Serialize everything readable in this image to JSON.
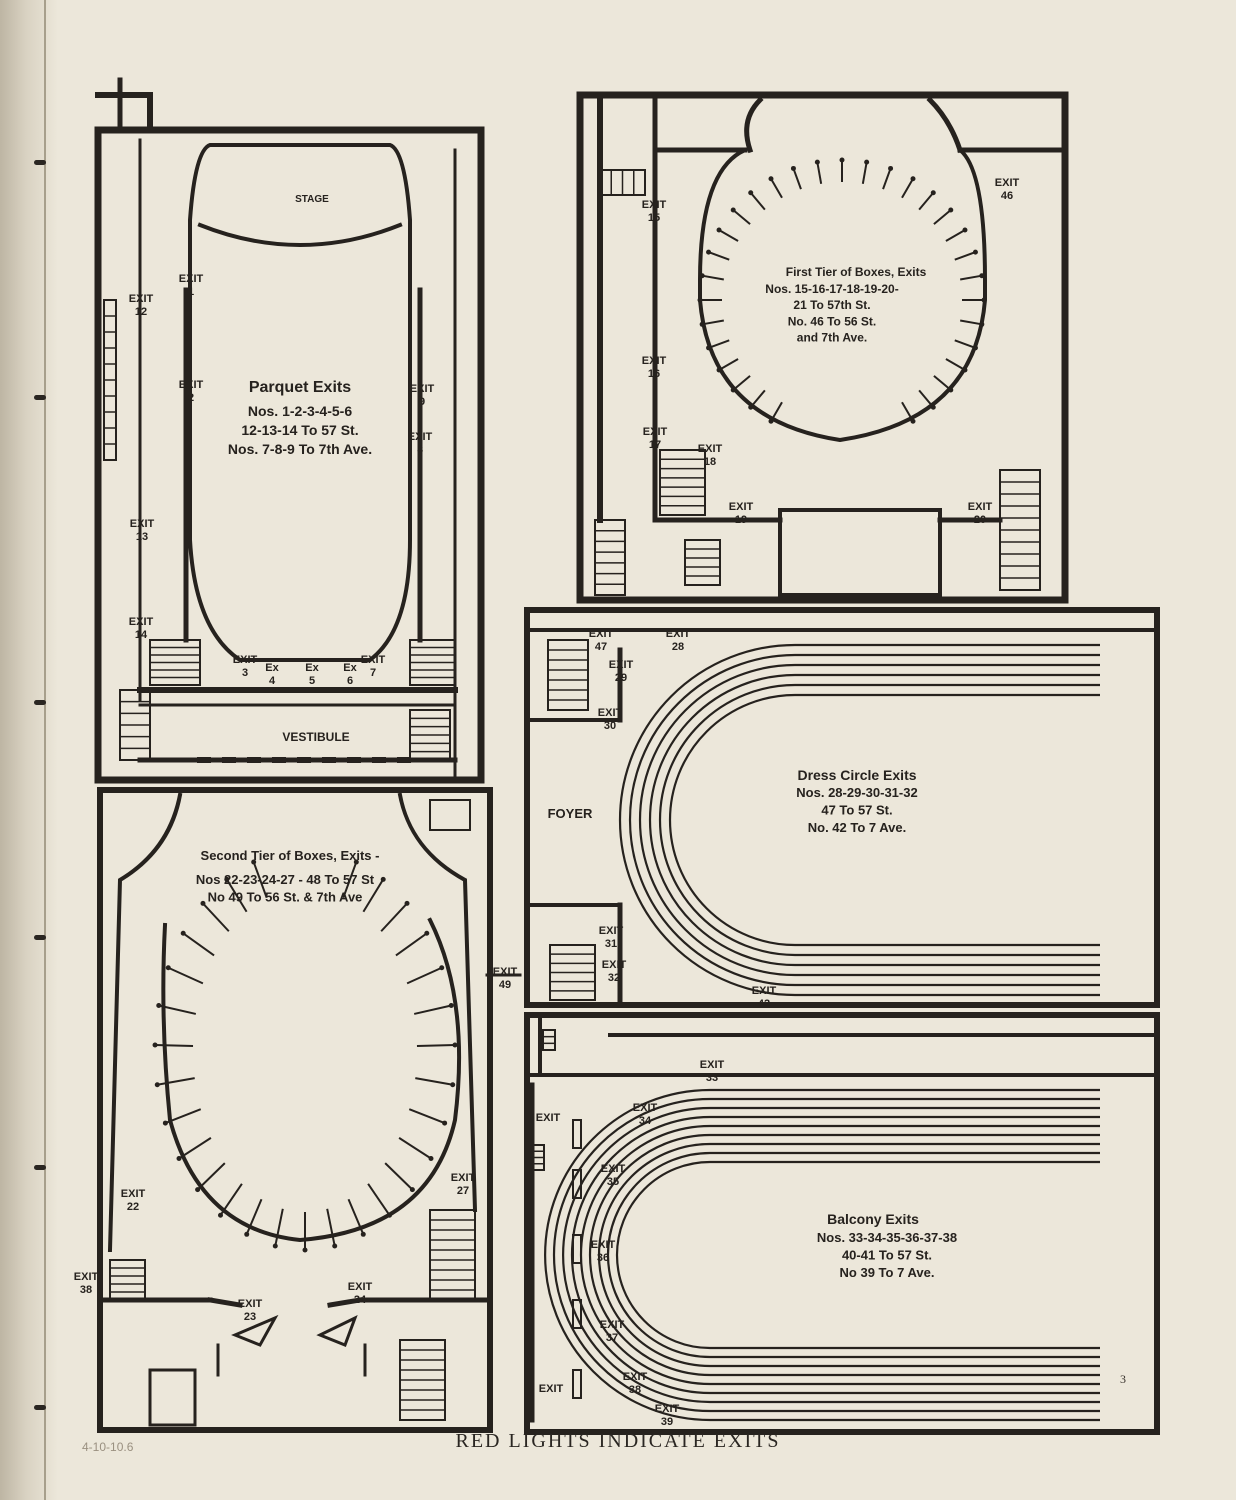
{
  "caption": "RED LIGHTS INDICATE EXITS",
  "pencil_note": "4-10-10.6",
  "page_number": "3",
  "colors": {
    "paper": "#ece7da",
    "ink": "#26221e",
    "binding": "#bdb5a3"
  },
  "sections": {
    "parquet": {
      "title": "Parquet Exits",
      "lines": [
        "Nos. 1-2-3-4-5-6",
        "12-13-14 To 57 St.",
        "Nos. 7-8-9 To 7th Ave."
      ],
      "stage": "STAGE",
      "vestibule": "VESTIBULE"
    },
    "first_tier": {
      "title": "First Tier of Boxes, Exits",
      "lines": [
        "Nos. 15-16-17-18-19-20-",
        "21 To 57th St.",
        "No. 46 To 56 St.",
        "and 7th Ave."
      ]
    },
    "second_tier": {
      "title": "Second Tier of Boxes, Exits -",
      "lines": [
        "Nos 22-23-24-27 - 48 To 57 St",
        "No 49 To 56 St. & 7th Ave"
      ]
    },
    "dress_circle": {
      "title": "Dress Circle Exits",
      "lines": [
        "Nos. 28-29-30-31-32",
        "47 To 57 St.",
        "No. 42 To 7 Ave."
      ],
      "foyer": "FOYER"
    },
    "balcony": {
      "title": "Balcony Exits",
      "lines": [
        "Nos. 33-34-35-36-37-38",
        "40-41 To 57 St.",
        "No 39 To 7 Ave."
      ]
    }
  },
  "exit_word": "EXIT",
  "exit_short": "Ex",
  "exits": [
    "1",
    "2",
    "3",
    "4",
    "5",
    "6",
    "7",
    "8",
    "9",
    "12",
    "13",
    "14",
    "15",
    "16",
    "17",
    "18",
    "19",
    "20",
    "22",
    "23",
    "24",
    "27",
    "28",
    "29",
    "30",
    "31",
    "32",
    "33",
    "34",
    "35",
    "36",
    "37",
    "38",
    "39",
    "42",
    "46",
    "47",
    "49"
  ]
}
